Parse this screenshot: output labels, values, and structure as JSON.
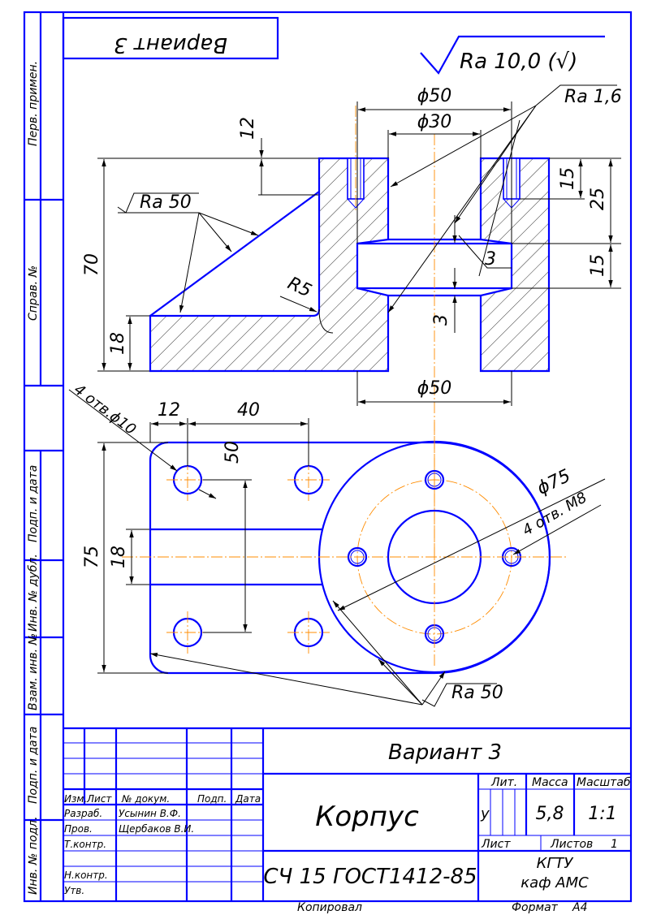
{
  "side_stamps": {
    "perv_primen": "Перв. примен.",
    "sprav_no": "Справ. №",
    "podp_data_1": "Подп. и дата",
    "inv_dubl": "Инв. № дубл.",
    "vzam_inv": "Взам. инв. №",
    "podp_data_2": "Подп. и дата",
    "inv_podl": "Инв. № подл."
  },
  "top_label": "Вариант 3",
  "roughness_general": "Ra 10,0 (√)",
  "section_view": {
    "dim_phi50_top": "ϕ50",
    "dim_phi30": "ϕ30",
    "dim_12": "12",
    "dim_15_top": "15",
    "dim_25": "25",
    "dim_15_right": "15",
    "dim_70": "70",
    "dim_18": "18",
    "dim_3_right": "3",
    "dim_3_center": "3",
    "dim_phi50_bottom": "ϕ50",
    "radius_r5": "R5",
    "rough_ra16": "Ra 1,6",
    "rough_ra50": "Ra 50"
  },
  "plan_view": {
    "holes_note": "4 отв.ϕ10",
    "dim_12": "12",
    "dim_40": "40",
    "dim_50": "50",
    "dim_75": "75",
    "dim_18": "18",
    "dim_phi75": "ϕ75",
    "threads_note": "4 отв. М8",
    "rough_ra50": "Ra 50"
  },
  "title_block": {
    "variant": "Вариант 3",
    "part_name": "Корпус",
    "material": "СЧ 15 ГОСТ1412-85",
    "col_izm": "Изм.",
    "col_list": "Лист",
    "col_doc": "№ докум.",
    "col_podp": "Подп.",
    "col_data": "Дата",
    "row_razrab": "Разраб.",
    "row_prov": "Пров.",
    "row_tkontr": "Т.контр.",
    "row_nkontr": "Н.контр.",
    "row_utv": "Утв.",
    "razrab_name": "Усынин В.Ф.",
    "prov_name": "Щербаков В.И.",
    "hdr_lit": "Лит.",
    "hdr_massa": "Масса",
    "hdr_masshtab": "Масштаб",
    "lit_value": "у",
    "massa_value": "5,8",
    "masshtab_value": "1:1",
    "list_label": "Лист",
    "listov_label": "Листов",
    "listov_value": "1",
    "org_line1": "КГТУ",
    "org_line2": "каф АМС",
    "kopiroval": "Копировал",
    "format_label": "Формат",
    "format_value": "А4"
  }
}
